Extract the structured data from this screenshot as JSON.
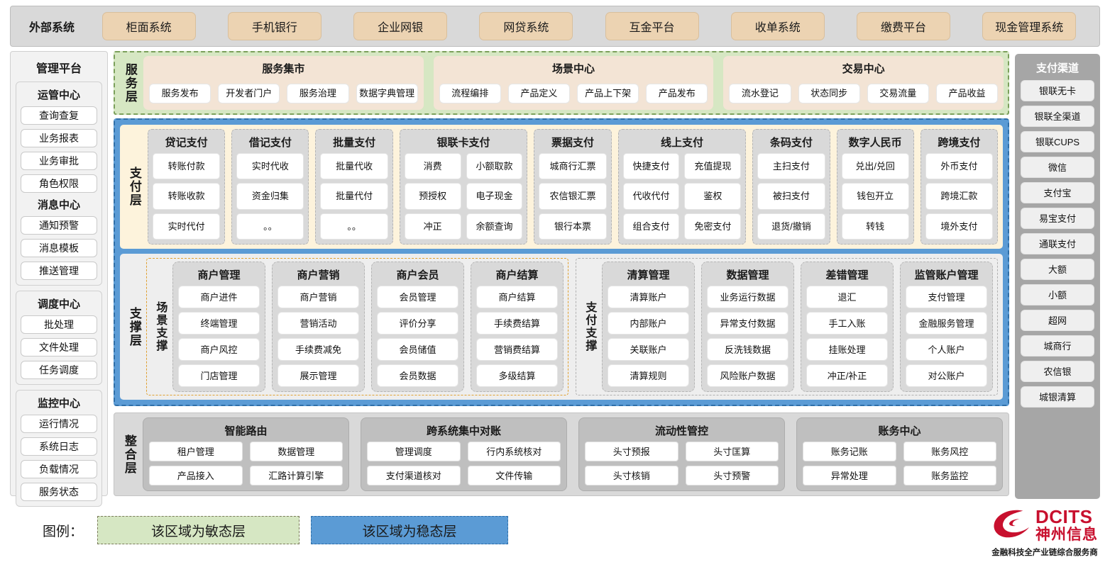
{
  "external": {
    "label": "外部系统",
    "items": [
      "柜面系统",
      "手机银行",
      "企业网银",
      "网贷系统",
      "互金平台",
      "收单系统",
      "缴费平台",
      "现金管理系统"
    ]
  },
  "management": {
    "title": "管理平台",
    "groups": [
      {
        "title": "运管中心",
        "items": [
          "查询查复",
          "业务报表",
          "业务审批",
          "角色权限"
        ]
      },
      {
        "title": "消息中心",
        "items": [
          "通知预警",
          "消息模板",
          "推送管理"
        ]
      },
      {
        "title": "调度中心",
        "items": [
          "批处理",
          "文件处理",
          "任务调度"
        ]
      },
      {
        "title": "监控中心",
        "items": [
          "运行情况",
          "系统日志",
          "负载情况",
          "服务状态"
        ]
      }
    ]
  },
  "channels": {
    "title": "支付渠道",
    "items": [
      "银联无卡",
      "银联全渠道",
      "银联CUPS",
      "微信",
      "支付宝",
      "易宝支付",
      "通联支付",
      "大额",
      "小额",
      "超网",
      "城商行",
      "农信银",
      "城银清算"
    ]
  },
  "service_layer": {
    "label": "服务层",
    "cards": [
      {
        "title": "服务集市",
        "items": [
          "服务发布",
          "开发者门户",
          "服务治理",
          "数据字典管理"
        ]
      },
      {
        "title": "场景中心",
        "items": [
          "流程编排",
          "产品定义",
          "产品上下架",
          "产品发布"
        ]
      },
      {
        "title": "交易中心",
        "items": [
          "流水登记",
          "状态同步",
          "交易流量",
          "产品收益"
        ]
      }
    ]
  },
  "payment_layer": {
    "label": "支付层",
    "cards": [
      {
        "title": "贷记支付",
        "cols": 1,
        "items": [
          [
            "转账付款"
          ],
          [
            "转账收款"
          ],
          [
            "实时代付"
          ]
        ]
      },
      {
        "title": "借记支付",
        "cols": 1,
        "items": [
          [
            "实时代收"
          ],
          [
            "资金归集"
          ],
          [
            "。。"
          ]
        ]
      },
      {
        "title": "批量支付",
        "cols": 1,
        "items": [
          [
            "批量代收"
          ],
          [
            "批量代付"
          ],
          [
            "。。"
          ]
        ]
      },
      {
        "title": "银联卡支付",
        "cols": 2,
        "items": [
          [
            "消费",
            "小额取款"
          ],
          [
            "预授权",
            "电子现金"
          ],
          [
            "冲正",
            "余额查询"
          ]
        ]
      },
      {
        "title": "票据支付",
        "cols": 1,
        "items": [
          [
            "城商行汇票"
          ],
          [
            "农信银汇票"
          ],
          [
            "银行本票"
          ]
        ]
      },
      {
        "title": "线上支付",
        "cols": 2,
        "items": [
          [
            "快捷支付",
            "充值提现"
          ],
          [
            "代收代付",
            "鉴权"
          ],
          [
            "组合支付",
            "免密支付"
          ]
        ]
      },
      {
        "title": "条码支付",
        "cols": 1,
        "items": [
          [
            "主扫支付"
          ],
          [
            "被扫支付"
          ],
          [
            "退货/撤销"
          ]
        ]
      },
      {
        "title": "数字人民币",
        "cols": 1,
        "items": [
          [
            "兑出/兑回"
          ],
          [
            "钱包开立"
          ],
          [
            "转钱"
          ]
        ]
      },
      {
        "title": "跨境支付",
        "cols": 1,
        "items": [
          [
            "外币支付"
          ],
          [
            "跨境汇款"
          ],
          [
            "境外支付"
          ]
        ]
      }
    ]
  },
  "support_layer": {
    "label": "支撑层",
    "groups": [
      {
        "label": "场景支撑",
        "cards": [
          {
            "title": "商户管理",
            "items": [
              "商户进件",
              "终端管理",
              "商户风控",
              "门店管理"
            ]
          },
          {
            "title": "商户营销",
            "items": [
              "商户营销",
              "营销活动",
              "手续费减免",
              "展示管理"
            ]
          },
          {
            "title": "商户会员",
            "items": [
              "会员管理",
              "评价分享",
              "会员储值",
              "会员数据"
            ]
          },
          {
            "title": "商户结算",
            "items": [
              "商户结算",
              "手续费结算",
              "营销费结算",
              "多级结算"
            ]
          }
        ]
      },
      {
        "label": "支付支撑",
        "cards": [
          {
            "title": "清算管理",
            "items": [
              "清算账户",
              "内部账户",
              "关联账户",
              "清算规则"
            ]
          },
          {
            "title": "数据管理",
            "items": [
              "业务运行数据",
              "异常支付数据",
              "反洗钱数据",
              "风险账户数据"
            ]
          },
          {
            "title": "差错管理",
            "items": [
              "退汇",
              "手工入账",
              "挂账处理",
              "冲正/补正"
            ]
          },
          {
            "title": "监管账户管理",
            "items": [
              "支付管理",
              "金融服务管理",
              "个人账户",
              "对公账户"
            ]
          }
        ]
      }
    ]
  },
  "integration_layer": {
    "label": "整合层",
    "cards": [
      {
        "title": "智能路由",
        "rows": [
          [
            "租户管理",
            "数据管理"
          ],
          [
            "产品接入",
            "汇路计算引擎"
          ]
        ]
      },
      {
        "title": "跨系统集中对账",
        "rows": [
          [
            "管理调度",
            "行内系统核对"
          ],
          [
            "支付渠道核对",
            "文件传输"
          ]
        ]
      },
      {
        "title": "流动性管控",
        "rows": [
          [
            "头寸预报",
            "头寸匡算"
          ],
          [
            "头寸核销",
            "头寸预警"
          ]
        ]
      },
      {
        "title": "账务中心",
        "rows": [
          [
            "账务记账",
            "账务风控"
          ],
          [
            "异常处理",
            "账务监控"
          ]
        ]
      }
    ]
  },
  "legend": {
    "label": "图例：",
    "agile_text": "该区域为敏态层",
    "stable_text": "该区域为稳态层",
    "agile_color": "#d6e7c3",
    "stable_color": "#5b9bd5"
  },
  "logo": {
    "en": "DCITS",
    "cn": "神州信息",
    "tagline": "金融科技全产业链综合服务商",
    "color": "#c8102e"
  }
}
